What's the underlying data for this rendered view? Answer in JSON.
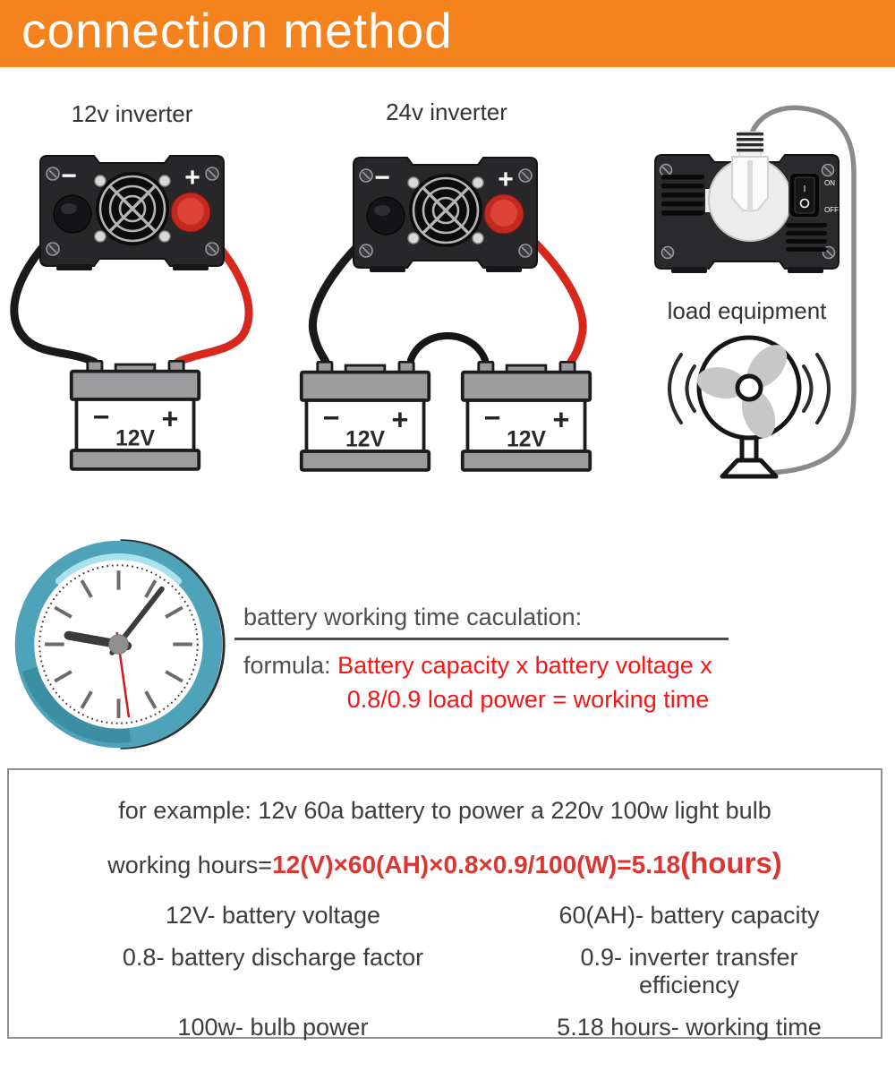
{
  "header": {
    "title": "connection method"
  },
  "colors": {
    "header_bg": "#F5831D",
    "formula_red": "#F81414",
    "equation_red": "#DB3631",
    "text_gray": "#3D3D3D",
    "clock_teal": "#4FA3B8",
    "cable_black": "#1A1A1A",
    "cable_red": "#D8281E",
    "cable_grey": "#8A8A8A"
  },
  "diagram": {
    "inverter12_label": "12v inverter",
    "inverter24_label": "24v inverter",
    "load_label": "load equipment",
    "battery_voltage": "12V",
    "minus": "−",
    "plus": "+",
    "switch": {
      "on": "ON",
      "off": "OFF",
      "i": "I"
    }
  },
  "calculation": {
    "title": "battery working time caculation:",
    "formula_label": "formula:",
    "formula_line1": "Battery capacity x battery voltage x",
    "formula_line2": "0.8/0.9 load power = working time"
  },
  "example": {
    "intro": "for example: 12v 60a battery to power a 220v 100w light bulb",
    "hours_label": "working hours=",
    "equation": "12(V)×60(AH)×0.8×0.9/100(W)=5.18",
    "equation_suffix": "(hours)",
    "legend_rows": [
      {
        "left": "12V- battery voltage",
        "right": "60(AH)- battery capacity"
      },
      {
        "left": "0.8- battery discharge factor",
        "right": "0.9- inverter transfer efficiency"
      },
      {
        "left": "100w- bulb power",
        "right": "5.18 hours- working time"
      }
    ]
  }
}
